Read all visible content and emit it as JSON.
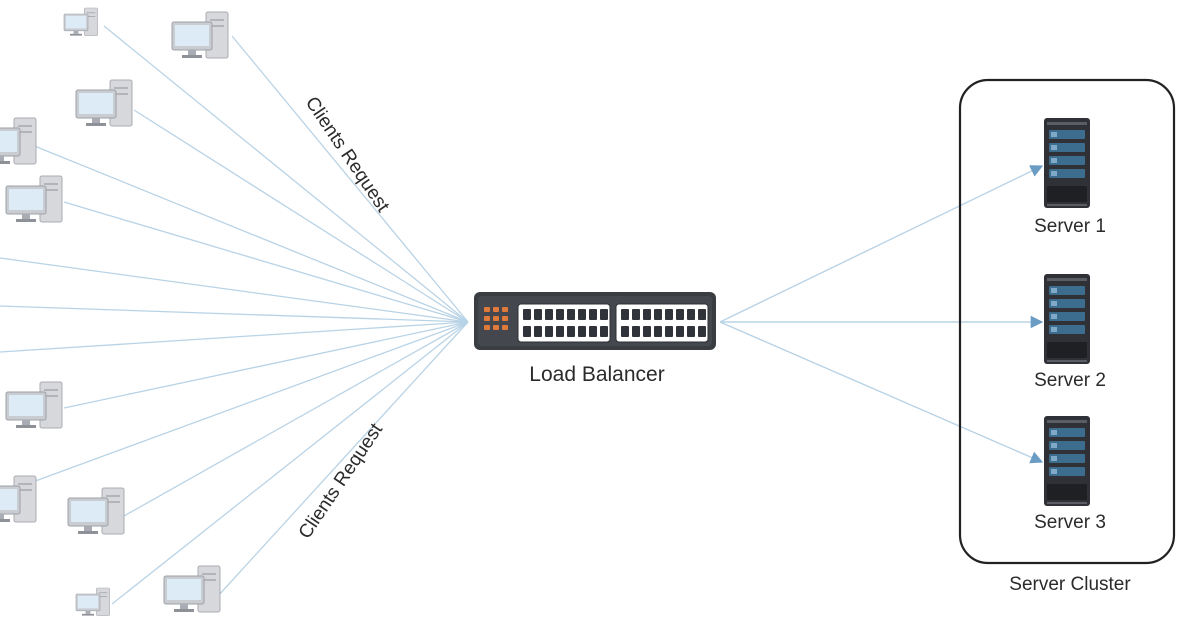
{
  "diagram": {
    "load_balancer": {
      "label": "Load Balancer",
      "icon": "network-switch-icon"
    },
    "server_cluster": {
      "label": "Server Cluster",
      "servers": [
        {
          "label": "Server 1",
          "icon": "server-rack-icon"
        },
        {
          "label": "Server 2",
          "icon": "server-rack-icon"
        },
        {
          "label": "Server 3",
          "icon": "server-rack-icon"
        }
      ]
    },
    "request_labels": [
      "Clients Request",
      "Clients Request"
    ],
    "clients": {
      "icon": "desktop-computer-icon"
    },
    "colors": {
      "connector": "#b9d3e6",
      "arrow": "#6b9cc4",
      "switch_body": "#3a3d42",
      "port_amber": "#e07a3a",
      "server_body": "#2f3136",
      "server_screen": "#3d6d8e",
      "cluster_border": "#222222"
    }
  }
}
